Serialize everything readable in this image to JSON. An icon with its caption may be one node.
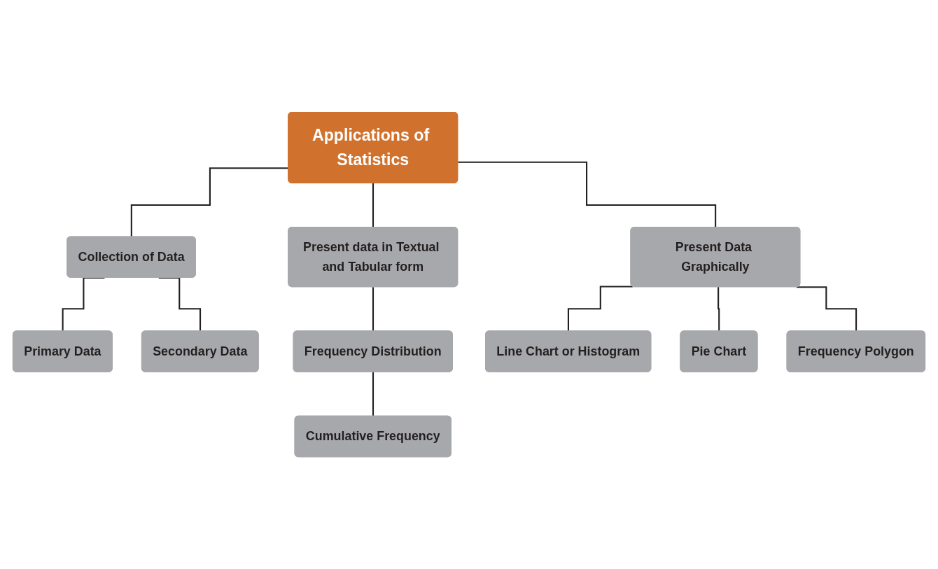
{
  "diagram": {
    "nodes": [
      {
        "text": [
          "Applications of Statistics"
        ]
      },
      {
        "text": [
          "Collection of Data"
        ]
      },
      {
        "text": [
          "Present data in Textual and Tabular form"
        ]
      },
      {
        "text": [
          "Present Data Graphically"
        ]
      },
      {
        "text": [
          "Primary Data"
        ]
      },
      {
        "text": [
          "Secondary Data"
        ]
      },
      {
        "text": [
          "Line Chart or Histogram"
        ]
      },
      {
        "text": [
          "Frequency Polygon"
        ]
      },
      {
        "text": [
          "Frequency Distribution"
        ]
      },
      {
        "text": [
          "Pie Chart"
        ]
      },
      {
        "text": [
          "Cumulative Frequency"
        ]
      }
    ],
    "edges": [
      {
        "from": 0,
        "to": 1,
        "arrow": "none"
      },
      {
        "from": 0,
        "to": 2,
        "arrow": "none"
      },
      {
        "from": 0,
        "to": 3,
        "arrow": "none"
      },
      {
        "from": 1,
        "to": 4,
        "arrow": "none"
      },
      {
        "from": 1,
        "to": 5,
        "arrow": "none"
      },
      {
        "from": 2,
        "to": 8,
        "arrow": "none"
      },
      {
        "from": 3,
        "to": 6,
        "arrow": "none"
      },
      {
        "from": 3,
        "to": 9,
        "arrow": "none"
      },
      {
        "from": 3,
        "to": 7,
        "arrow": "none"
      },
      {
        "from": 8,
        "to": 10,
        "arrow": "none"
      }
    ]
  }
}
